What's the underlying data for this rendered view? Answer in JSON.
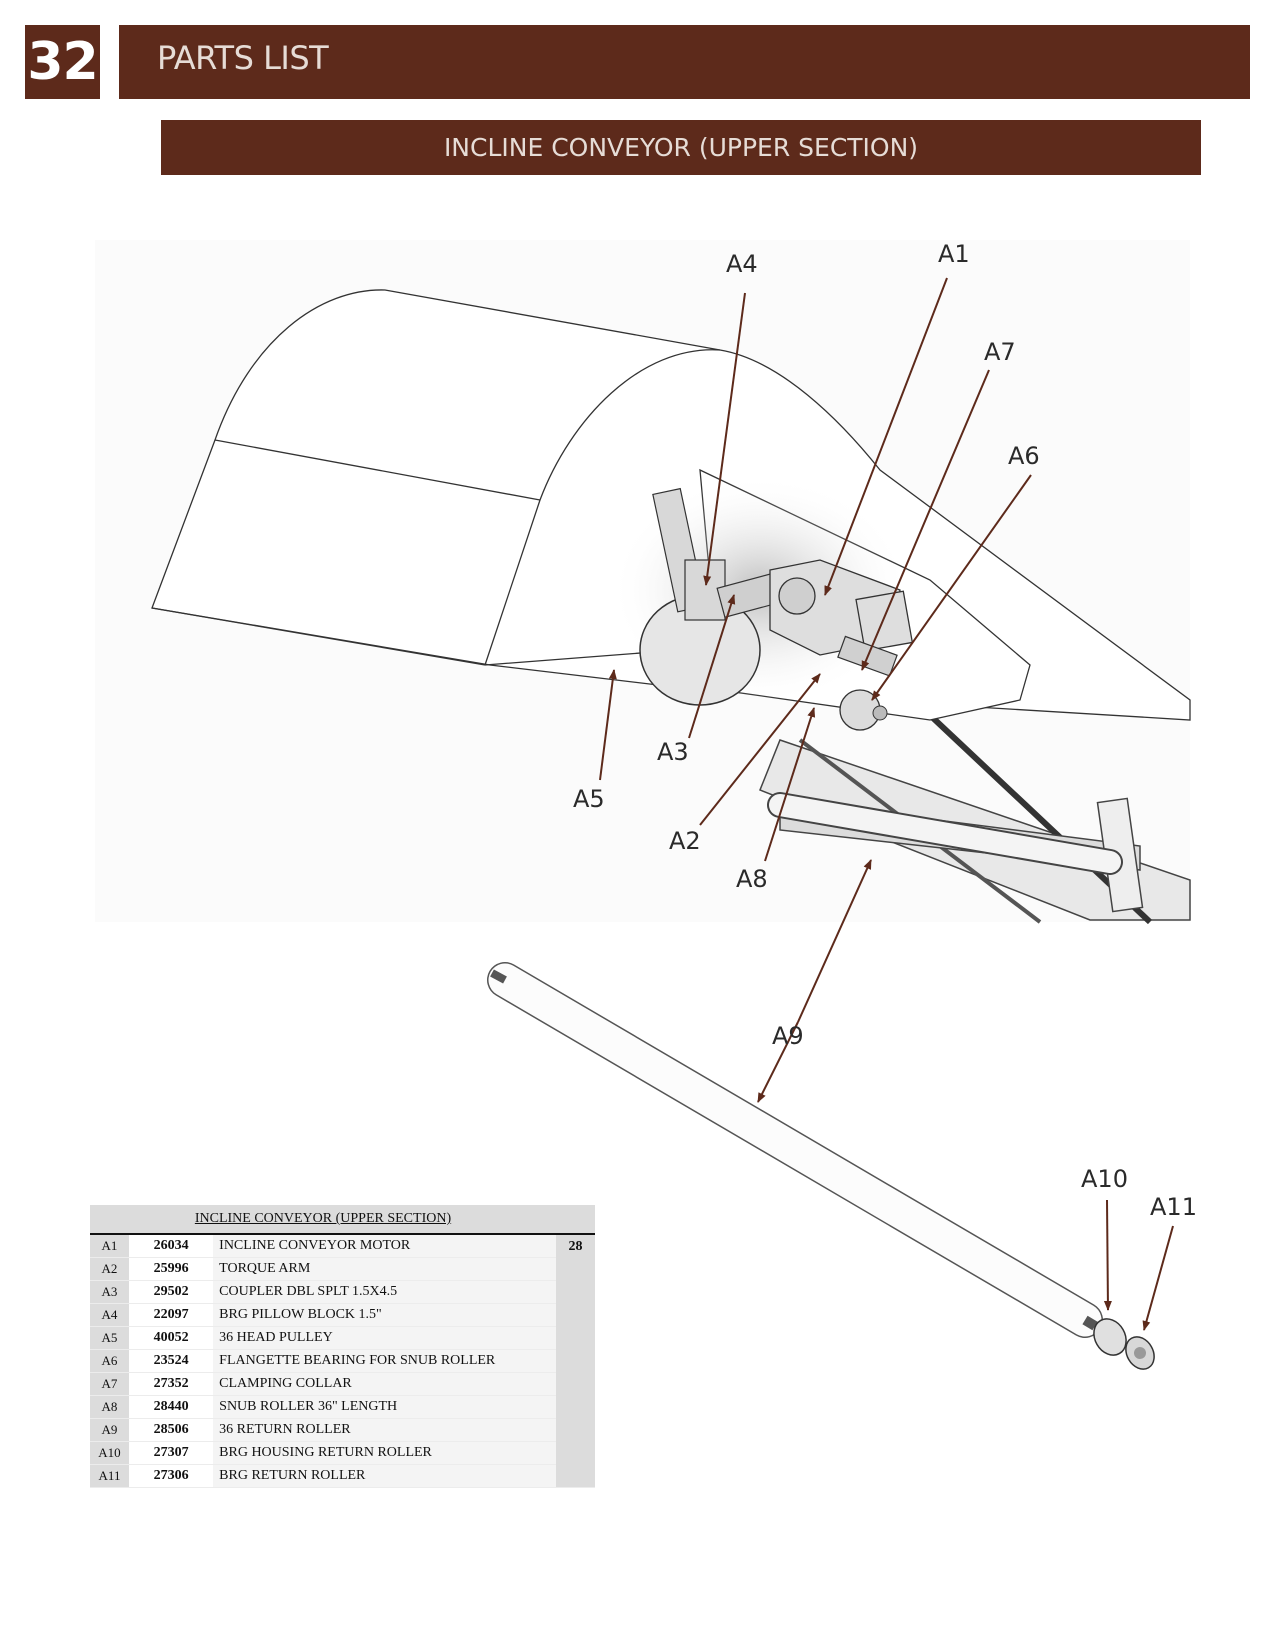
{
  "page_number": "32",
  "header_title": "PARTS LIST",
  "section_title": "INCLINE CONVEYOR (UPPER SECTION)",
  "callouts": [
    "A1",
    "A2",
    "A3",
    "A4",
    "A5",
    "A6",
    "A7",
    "A8",
    "A9",
    "A10",
    "A11"
  ],
  "table": {
    "caption": "INCLINE CONVEYOR (UPPER SECTION)",
    "page_ref": "28",
    "rows": [
      {
        "item": "A1",
        "part": "26034",
        "description": "INCLINE CONVEYOR MOTOR"
      },
      {
        "item": "A2",
        "part": "25996",
        "description": "TORQUE ARM"
      },
      {
        "item": "A3",
        "part": "29502",
        "description": "COUPLER DBL SPLT 1.5X4.5"
      },
      {
        "item": "A4",
        "part": "22097",
        "description": "BRG PILLOW BLOCK 1.5\""
      },
      {
        "item": "A5",
        "part": "40052",
        "description": "36 HEAD PULLEY"
      },
      {
        "item": "A6",
        "part": "23524",
        "description": "FLANGETTE BEARING FOR SNUB ROLLER"
      },
      {
        "item": "A7",
        "part": "27352",
        "description": "CLAMPING COLLAR"
      },
      {
        "item": "A8",
        "part": "28440",
        "description": "SNUB ROLLER 36\" LENGTH"
      },
      {
        "item": "A9",
        "part": "28506",
        "description": "36 RETURN ROLLER"
      },
      {
        "item": "A10",
        "part": "27307",
        "description": "BRG HOUSING RETURN ROLLER"
      },
      {
        "item": "A11",
        "part": "27306",
        "description": "BRG  RETURN ROLLER"
      }
    ]
  },
  "colors": {
    "brand": "#5d2a1b",
    "leader": "#5d2a1b"
  }
}
